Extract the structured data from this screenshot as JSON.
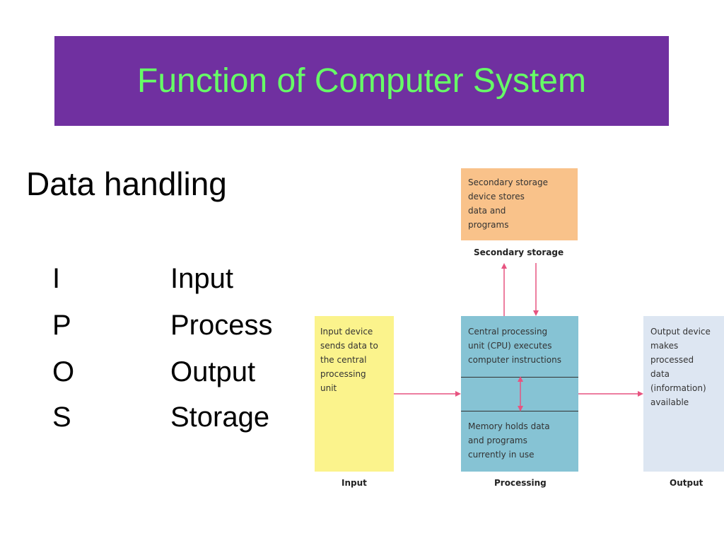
{
  "slide": {
    "title": "Function of Computer System",
    "heading": "Data handling",
    "ipos": [
      {
        "letter": "I",
        "word": "Input"
      },
      {
        "letter": "P",
        "word": "Process"
      },
      {
        "letter": "O",
        "word": "Output"
      },
      {
        "letter": "S",
        "word": "Storage"
      }
    ]
  },
  "diagram": {
    "secondary": {
      "lines": [
        "Secondary storage",
        "device stores",
        "data and",
        "programs"
      ],
      "label": "Secondary storage"
    },
    "input": {
      "lines": [
        "Input device",
        "sends data to",
        "the central",
        "processing",
        "unit"
      ],
      "label": "Input"
    },
    "cpu": {
      "lines": [
        "Central processing",
        "unit (CPU) executes",
        "computer instructions"
      ]
    },
    "memory": {
      "lines": [
        "Memory holds data",
        "and programs",
        "currently in use"
      ],
      "label": "Processing"
    },
    "output": {
      "lines": [
        "Output device",
        "makes",
        "processed",
        "data",
        "(information)",
        "available"
      ],
      "label": "Output"
    }
  },
  "colors": {
    "title_bar": "#7030a0",
    "title_text": "#66ff66",
    "arrow": "#e75480",
    "secondary": "#f9c28a",
    "input": "#fbf38c",
    "cpu": "#86c3d4",
    "output": "#dde6f2"
  }
}
